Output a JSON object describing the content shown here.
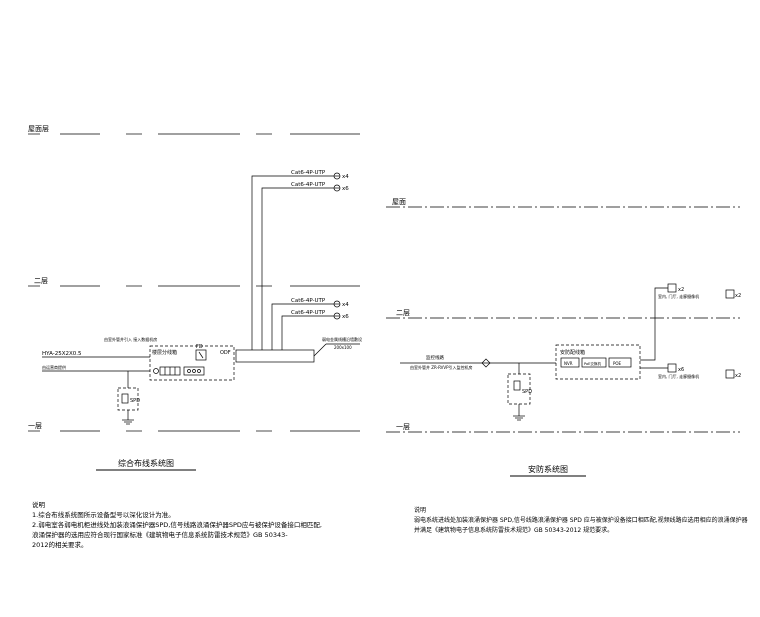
{
  "left": {
    "floors": {
      "roof": "屋面层",
      "f2": "二层",
      "f1": "一层"
    },
    "cables": {
      "c1": "Cat6-4P-UTP",
      "c2": "Cat6-4P-UTP",
      "c3": "Cat6-4P-UTP",
      "c4": "Cat6-4P-UTP",
      "n1": "x4",
      "n2": "x6",
      "n3": "x4",
      "n4": "x6"
    },
    "incoming": "HYA-25X2X0.5",
    "incoming_note1": "由室外管井引入 接入数据机房",
    "incoming_note2": "由运营商提供",
    "box_label": "楼层分线箱",
    "fd_label": "FD",
    "odf_label": "ODF",
    "tray_note1": "弱电金属线槽沿墙敷设",
    "tray_note2": "200x100",
    "spd": "SPD",
    "title": "综合布线系统图",
    "notes": {
      "heading": "说明",
      "line1": "1.综合布线系统图所示设备型号以深化设计为准。",
      "line2": "2.弱电室各弱电机柜进线处加装浪涌保护器SPD,信号线路浪涌保护器SPD应与被保护设备接口相匹配,",
      "line3": "浪涌保护器的选用应符合现行国家标准《建筑物电子信息系统防雷技术规范》GB 50343-",
      "line4": "2012的相关要求。"
    }
  },
  "right": {
    "floors": {
      "roof": "屋面",
      "f2": "二层",
      "f1": "一层"
    },
    "incoming": "监控线路",
    "incoming_note": "由室外管井 ZR-RVVP引入监控机房",
    "box_label": "安防配线箱",
    "nvr": "NVR",
    "switch": "PoE交换机",
    "poe": "POE",
    "spd": "SPD",
    "cam_up_count": "x2",
    "cam_up_label": "室内, 门厅, 走廊摄像机",
    "cam_up_mark": "x2",
    "cam_low_count": "x6",
    "cam_low_label": "室内, 门厅, 走廊摄像机",
    "cam_low_mark": "x2",
    "title": "安防系统图",
    "notes": {
      "heading": "说明",
      "line1": "弱电系统进线处加装浪涌保护器 SPD,信号线路浪涌保护器 SPD 应与被保护设备接口相匹配,视频线路应选用相应的浪涌保护器",
      "line2": "并满足《建筑物电子信息系统防雷技术规范》GB 50343-2012 规范要求。"
    }
  }
}
